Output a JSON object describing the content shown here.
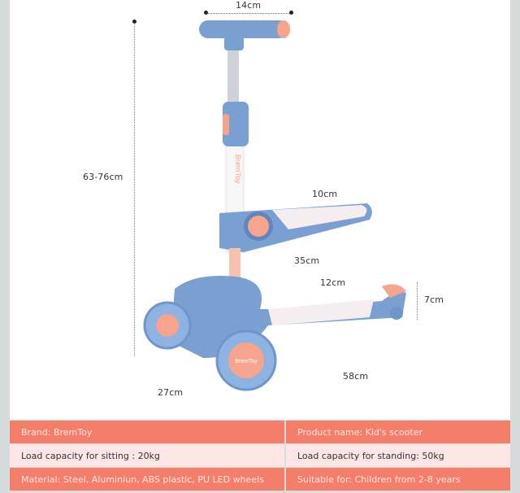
{
  "dimensions": {
    "handlebar_width": "14cm",
    "height_range": "63-76cm",
    "seat_width": "10cm",
    "seat_length": "35cm",
    "deck_width": "12cm",
    "deck_height": "7cm",
    "total_length": "58cm",
    "total_width": "27cm"
  },
  "product": {
    "brand_logo": "BremToy",
    "colors": {
      "body": "#7a9fd1",
      "accent": "#f6a48d",
      "spec_header": "#f57e6b",
      "spec_alt": "#fde6e3"
    }
  },
  "specs": [
    {
      "left": "Brand: BremToy",
      "right": "Product name: Kid's scooter",
      "style": "coral"
    },
    {
      "left": "Load capacity for sitting : 20kg",
      "right": "Load capacity for standing: 50kg",
      "style": "pink"
    },
    {
      "left": "Material: Steel, Aluminiun, ABS plastic, PU LED wheels",
      "right": "Suitable for: Children from 2-8 years",
      "style": "coral"
    }
  ]
}
